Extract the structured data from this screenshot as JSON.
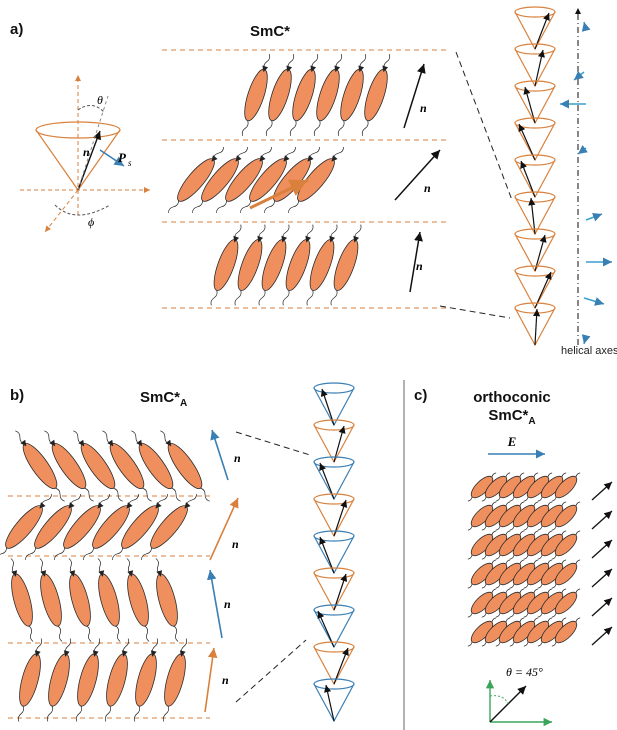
{
  "panels": {
    "a": {
      "letter": "a)",
      "title": "SmC*"
    },
    "b": {
      "letter": "b)",
      "title_main": "SmC*",
      "title_sub": "A"
    },
    "c": {
      "letter": "c)",
      "title_line1": "orthoconic",
      "title_line2_main": "SmC*",
      "title_line2_sub": "A"
    }
  },
  "cone_diagram": {
    "theta": "θ",
    "phi": "ϕ",
    "n": "n",
    "ps": "P",
    "ps_sub": "s"
  },
  "director_label": "n",
  "helical_axes_label": "helical axes",
  "field_label": "E",
  "angle_label": "θ = 45°",
  "colors": {
    "orange": "#d9813c",
    "blue": "#3a7fb4",
    "molecule": "#ef8f5e",
    "green": "#3aa55a"
  }
}
